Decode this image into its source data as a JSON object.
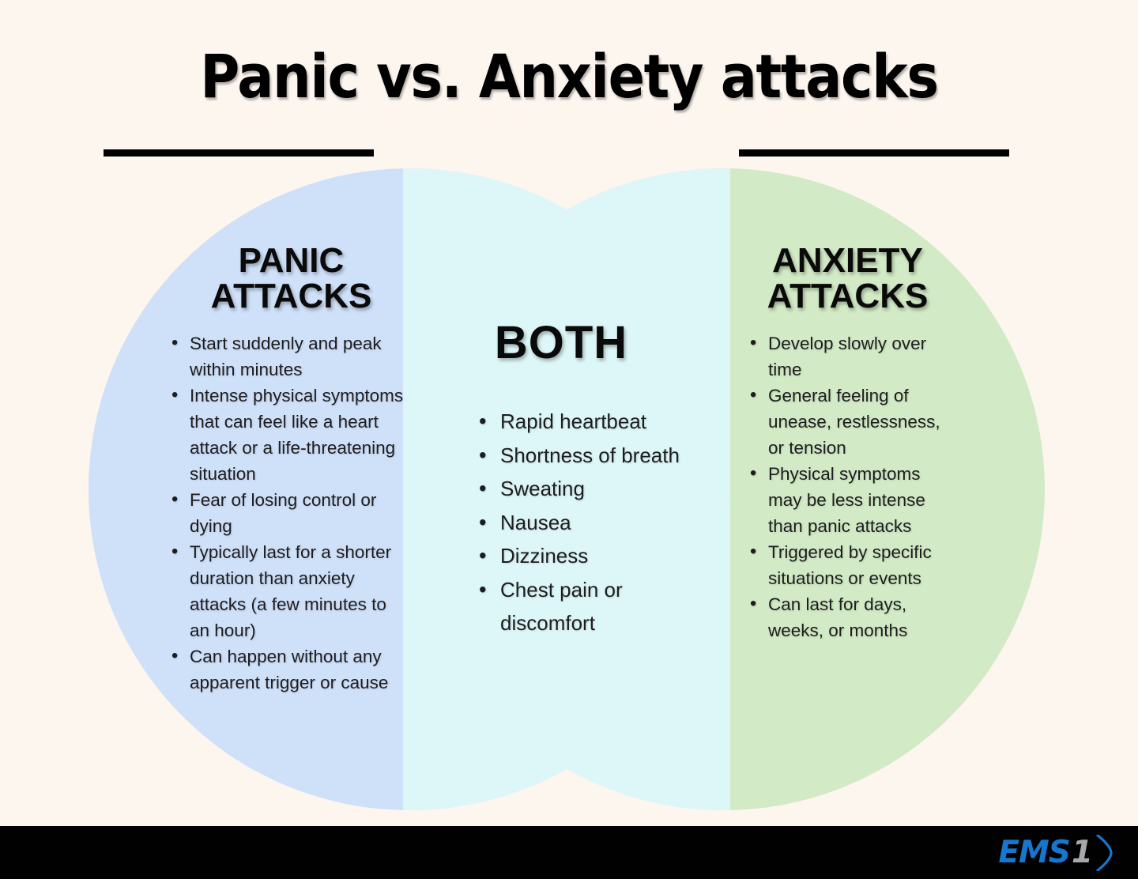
{
  "title": "Panic vs. Anxiety attacks",
  "colors": {
    "background": "#fdf6ef",
    "panic_circle": "#cfe0f9",
    "anxiety_circle": "#d2eac5",
    "overlap": "#ddf6f7",
    "footer_bar": "#010101",
    "logo_blue": "#1577d0",
    "logo_gray": "#a6a8ab",
    "text": "#1d1d1f"
  },
  "panic": {
    "heading": "PANIC ATTACKS",
    "items": [
      "Start suddenly and peak within minutes",
      "Intense physical symptoms that can feel like a heart attack or a life-threatening situation",
      "Fear of losing control or dying",
      "Typically last for a shorter duration than anxiety attacks (a few minutes to an hour)",
      "Can happen without any apparent trigger or cause"
    ]
  },
  "both": {
    "heading": "BOTH",
    "items": [
      "Rapid heartbeat",
      "Shortness of breath",
      "Sweating",
      "Nausea",
      "Dizziness",
      "Chest pain or discomfort"
    ]
  },
  "anxiety": {
    "heading": "ANXIETY ATTACKS",
    "items": [
      "Develop slowly over time",
      "General feeling of unease, restlessness, or tension",
      "Physical symptoms may be less intense than panic attacks",
      "Triggered by specific situations or events",
      "Can last for days, weeks, or months"
    ]
  },
  "footer": {
    "logo_primary": "EMS",
    "logo_secondary": "1"
  }
}
